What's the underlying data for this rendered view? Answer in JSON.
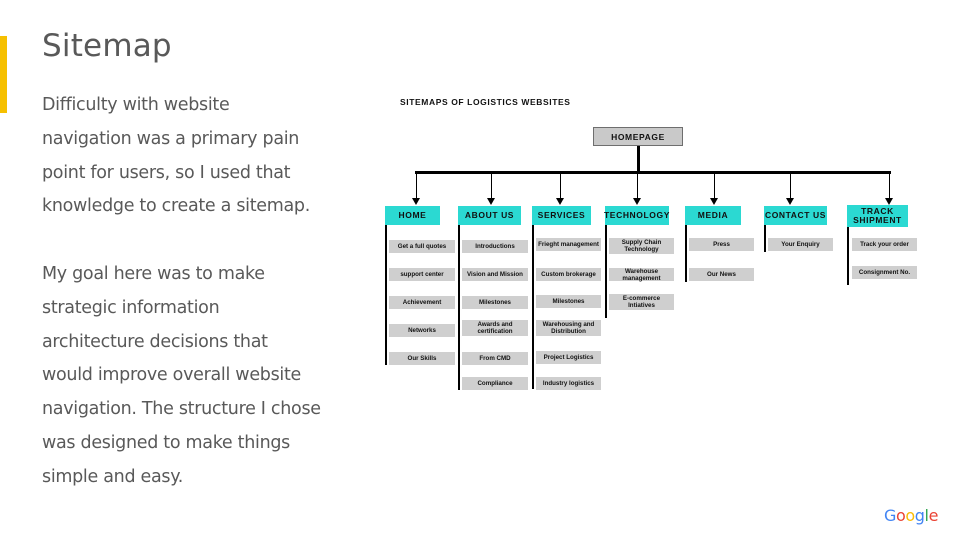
{
  "slide": {
    "title": "Sitemap",
    "paragraphs": [
      "Difficulty with website navigation was a primary pain point for users, so I used that knowledge to create a sitemap.",
      "My goal here was to make strategic information architecture decisions that would improve overall website navigation. The structure I chose was designed to make things simple and easy."
    ]
  },
  "diagram": {
    "title": "SITEMAPS OF LOGISTICS WEBSITES",
    "root": "HOMEPAGE",
    "sections": [
      {
        "label": "HOME",
        "items": [
          "Get a full quotes",
          "support center",
          "Achievement",
          "Networks",
          "Our Skills"
        ]
      },
      {
        "label": "ABOUT US",
        "items": [
          "Introductions",
          "Vision and Mission",
          "Milestones",
          "Awards and certification",
          "From CMD",
          "Compliance"
        ]
      },
      {
        "label": "SERVICES",
        "items": [
          "Frieght management",
          "Custom brokerage",
          "Milestones",
          "Warehousing and Distribution",
          "Project Logistics",
          "Industry logistics"
        ]
      },
      {
        "label": "TECHNOLOGY",
        "items": [
          "Supply Chain Technology",
          "Warehouse management",
          "E-commerce Intiatives"
        ]
      },
      {
        "label": "MEDIA",
        "items": [
          "Press",
          "Our News"
        ]
      },
      {
        "label": "CONTACT US",
        "items": [
          "Your Enquiry"
        ]
      },
      {
        "label": "TRACK SHIPMENT",
        "items": [
          "Track your order",
          "Consignment No."
        ]
      }
    ]
  },
  "logo": {
    "text": "Google",
    "colors": [
      "#4285F4",
      "#EA4335",
      "#FBBC05",
      "#4285F4",
      "#34A853",
      "#EA4335"
    ]
  },
  "colors": {
    "accent_bar": "#F6C000",
    "section_fill": "#2BD9D2",
    "item_fill": "#CFCFCF",
    "root_fill": "#C9C9C9",
    "body_text": "#595959"
  }
}
